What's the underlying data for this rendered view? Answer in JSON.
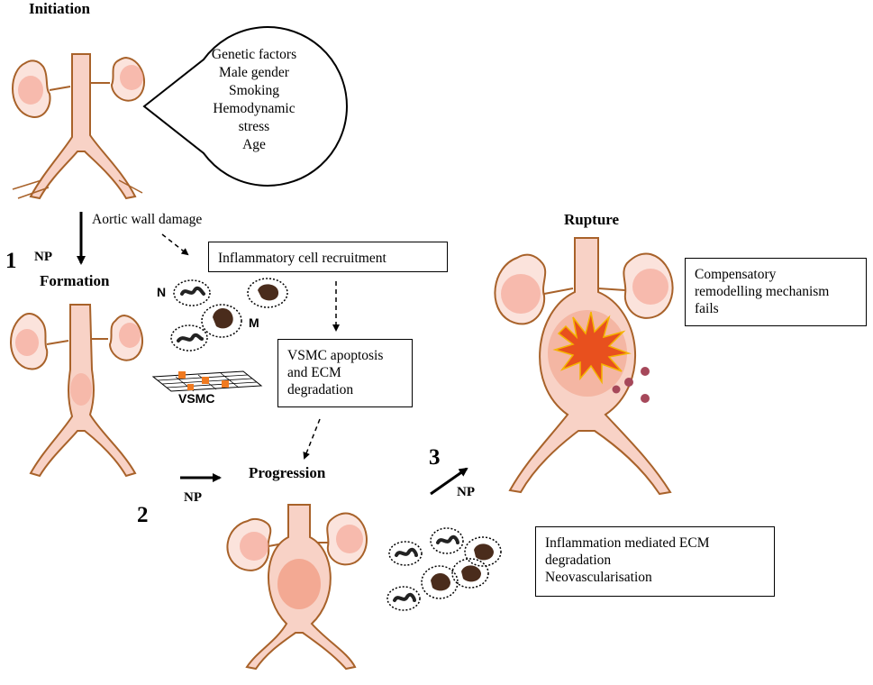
{
  "stages": {
    "initiation": "Initiation",
    "formation": "Formation",
    "progression": "Progression",
    "rupture": "Rupture"
  },
  "risk_factors": [
    "Genetic factors",
    "Male gender",
    "Smoking",
    "Hemodynamic",
    "stress",
    "Age"
  ],
  "labels": {
    "aortic_wall_damage": "Aortic wall damage",
    "np_1": "NP",
    "np_2": "NP",
    "np_3": "NP",
    "step_1": "1",
    "step_2": "2",
    "step_3": "3",
    "neutrophil": "N",
    "macrophage": "M",
    "vsmc": "VSMC"
  },
  "boxes": {
    "inflammatory": [
      "Inflammatory cell recruitment"
    ],
    "vsmc_apoptosis": [
      "VSMC apoptosis",
      "and ECM",
      "degradation"
    ],
    "compensatory": [
      "Compensatory",
      "remodelling mechanism",
      "fails"
    ],
    "inflammation_mediated": [
      "Inflammation mediated ECM",
      "degradation",
      "Neovascularisation"
    ]
  },
  "colors": {
    "vessel_fill": "#f8d2c6",
    "vessel_outline": "#a8622a",
    "kidney_fill": "#f5a898",
    "aneurysm": "#f09478",
    "rupture_core": "#e8501e",
    "rupture_accent": "#f4b400",
    "blood_drop": "#a6485a",
    "cell_dark": "#4a2c1c",
    "vsmc_cell": "#f07a20"
  }
}
